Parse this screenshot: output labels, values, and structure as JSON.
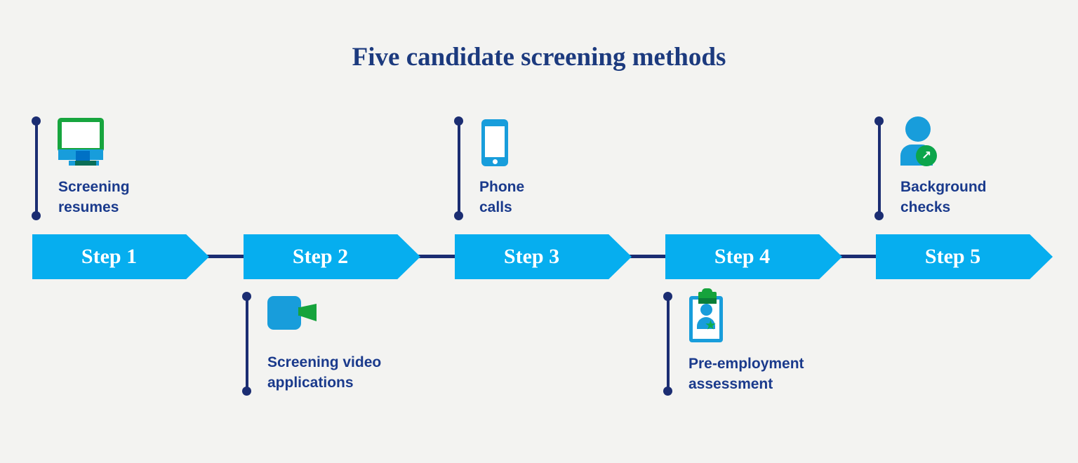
{
  "title": "Five candidate screening methods",
  "colors": {
    "background": "#f3f3f1",
    "arrow_cyan": "#06aeef",
    "connector_navy": "#1b2d72",
    "title_navy": "#1c3a7e",
    "caption_navy": "#1a3a8c",
    "icon_blue": "#189ddb",
    "icon_dark_blue": "#0071c5",
    "icon_green": "#16a33c",
    "icon_dark_green": "#0b7e38",
    "badge_green": "#0ca54b",
    "step_text": "#ffffff"
  },
  "steps": [
    {
      "label": "Step 1",
      "caption": "Screening\nresumes",
      "icon": "desktop-monitor-icon",
      "caption_position": "above"
    },
    {
      "label": "Step 2",
      "caption": "Screening video\napplications",
      "icon": "video-camera-icon",
      "caption_position": "below"
    },
    {
      "label": "Step 3",
      "caption": "Phone\ncalls",
      "icon": "smartphone-icon",
      "caption_position": "above"
    },
    {
      "label": "Step 4",
      "caption": "Pre-employment\nassessment",
      "icon": "clipboard-candidate-icon",
      "caption_position": "below"
    },
    {
      "label": "Step 5",
      "caption": "Background\nchecks",
      "icon": "person-promotion-icon",
      "caption_position": "above",
      "badge_glyph": "↗"
    }
  ]
}
